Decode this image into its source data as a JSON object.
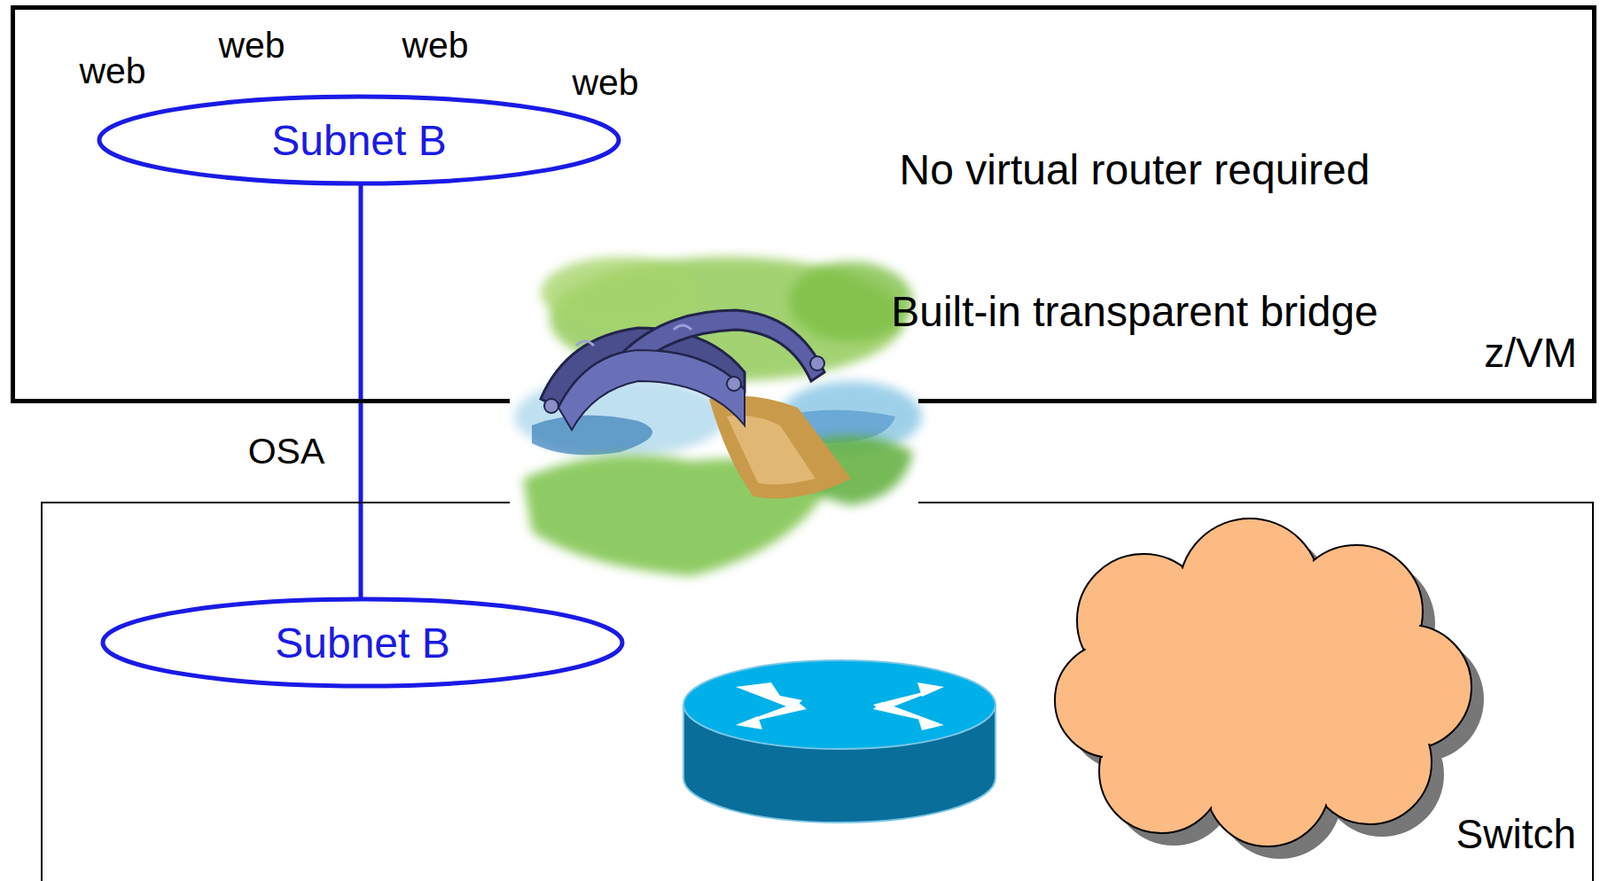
{
  "diagram": {
    "nodes": [
      {
        "text": [
          "z/VM"
        ]
      },
      {
        "text": [
          "Subnet B"
        ],
        "in": 0
      },
      {
        "text": [
          "Switch"
        ]
      },
      {
        "text": [
          "Subnet B"
        ],
        "in": 2
      }
    ],
    "edges": [
      {
        "from": 1,
        "to": 3,
        "arrow": "none"
      }
    ],
    "labels": [
      "web",
      "web",
      "web",
      "web",
      "No virtual router required",
      "Built-in transparent bridge",
      "OSA"
    ]
  }
}
